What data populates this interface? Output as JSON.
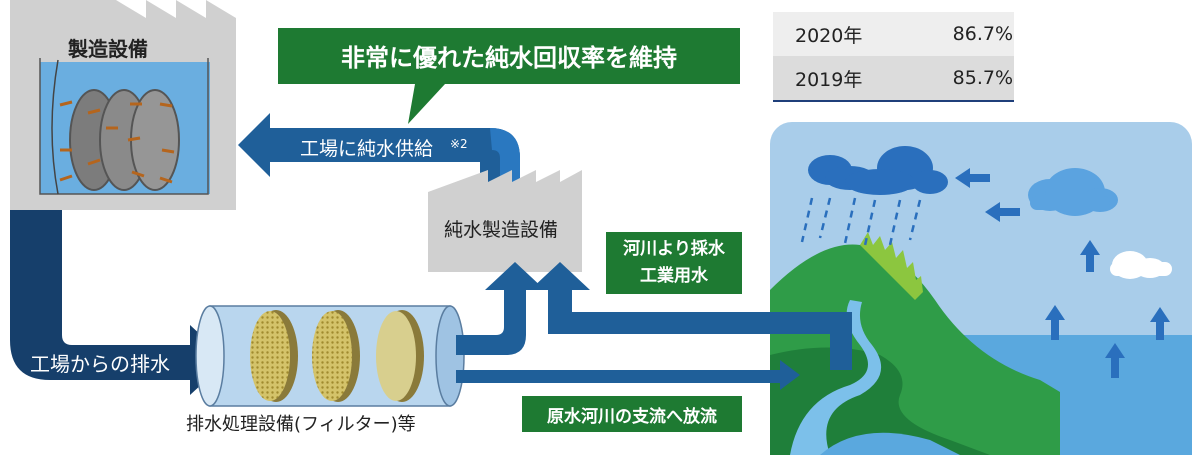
{
  "labels": {
    "factory": "製造設備",
    "headline": "非常に優れた純水回収率を維持",
    "supply": "工場に純水供給",
    "note_mark": "※2",
    "purifier": "純水製造設備",
    "drainage": "工場からの排水",
    "filter": "排水処理設備(フィルター)等",
    "river_intake_line1": "河川より採水",
    "river_intake_line2": "工業用水",
    "discharge": "原水河川の支流へ放流"
  },
  "rates": [
    {
      "year": "2020年",
      "rate": "86.7%"
    },
    {
      "year": "2019年",
      "rate": "85.7%"
    }
  ],
  "colors": {
    "green_label": "#1e7a32",
    "dark_blue": "#163f6b",
    "mid_blue": "#1f5f99",
    "light_blue": "#2a78c0",
    "gray_building": "#cfcfcf",
    "sky": "#a9cdea",
    "hill": "#2f9c48"
  }
}
